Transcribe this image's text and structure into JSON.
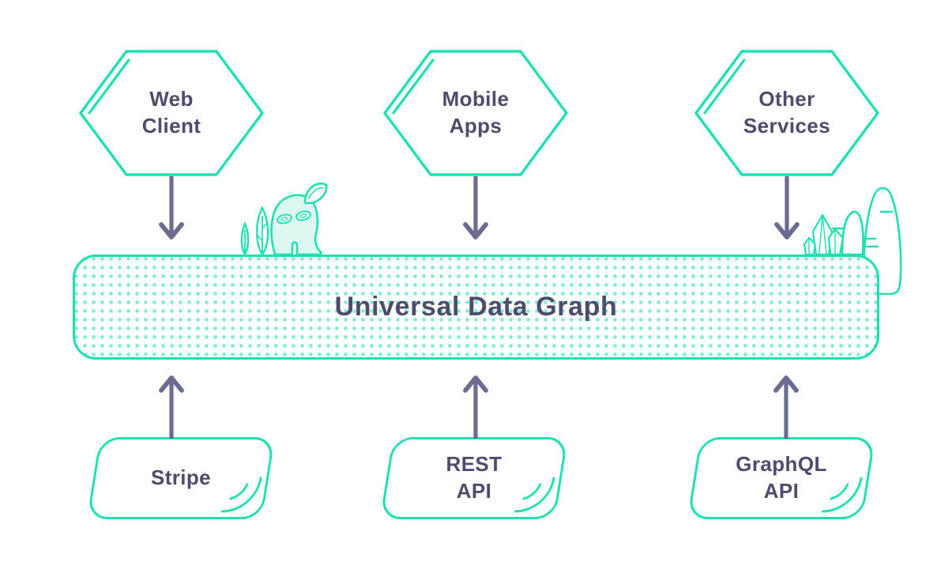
{
  "diagram": {
    "title": "Universal Data Graph",
    "description": "Architecture diagram: clients above and APIs below feeding a universal data graph"
  },
  "colors": {
    "accent_teal": "#1ee0b1",
    "text_purple": "#4e4c6d",
    "arrow_purple_gray": "#6c6c92",
    "creature_fill_light_teal": "#dcf8f0",
    "dot_pattern_teal": "rgba(30,224,177,0.55)",
    "background": "#ffffff"
  },
  "top_nodes": [
    {
      "id": "web-client",
      "shape": "hexagon",
      "lines": [
        "Web",
        "Client"
      ]
    },
    {
      "id": "mobile-apps",
      "shape": "hexagon",
      "lines": [
        "Mobile",
        "Apps"
      ]
    },
    {
      "id": "other-services",
      "shape": "hexagon",
      "lines": [
        "Other",
        "Services"
      ]
    }
  ],
  "center_node": {
    "id": "universal-data-graph",
    "label": "Universal Data Graph",
    "shape": "rounded-rectangle-dotted"
  },
  "bottom_nodes": [
    {
      "id": "stripe",
      "shape": "slanted-rounded-rectangle",
      "lines": [
        "Stripe"
      ]
    },
    {
      "id": "rest-api",
      "shape": "slanted-rounded-rectangle",
      "lines": [
        "REST",
        "API"
      ]
    },
    {
      "id": "graphql-api",
      "shape": "slanted-rounded-rectangle",
      "lines": [
        "GraphQL",
        "API"
      ]
    }
  ],
  "arrows": {
    "top_row_direction": "down",
    "bottom_row_direction": "up",
    "count_down": 3,
    "count_up": 3
  },
  "decorations": {
    "left": "sprout-creature-with-leaves",
    "right": "crystals-and-hill-cacti"
  }
}
